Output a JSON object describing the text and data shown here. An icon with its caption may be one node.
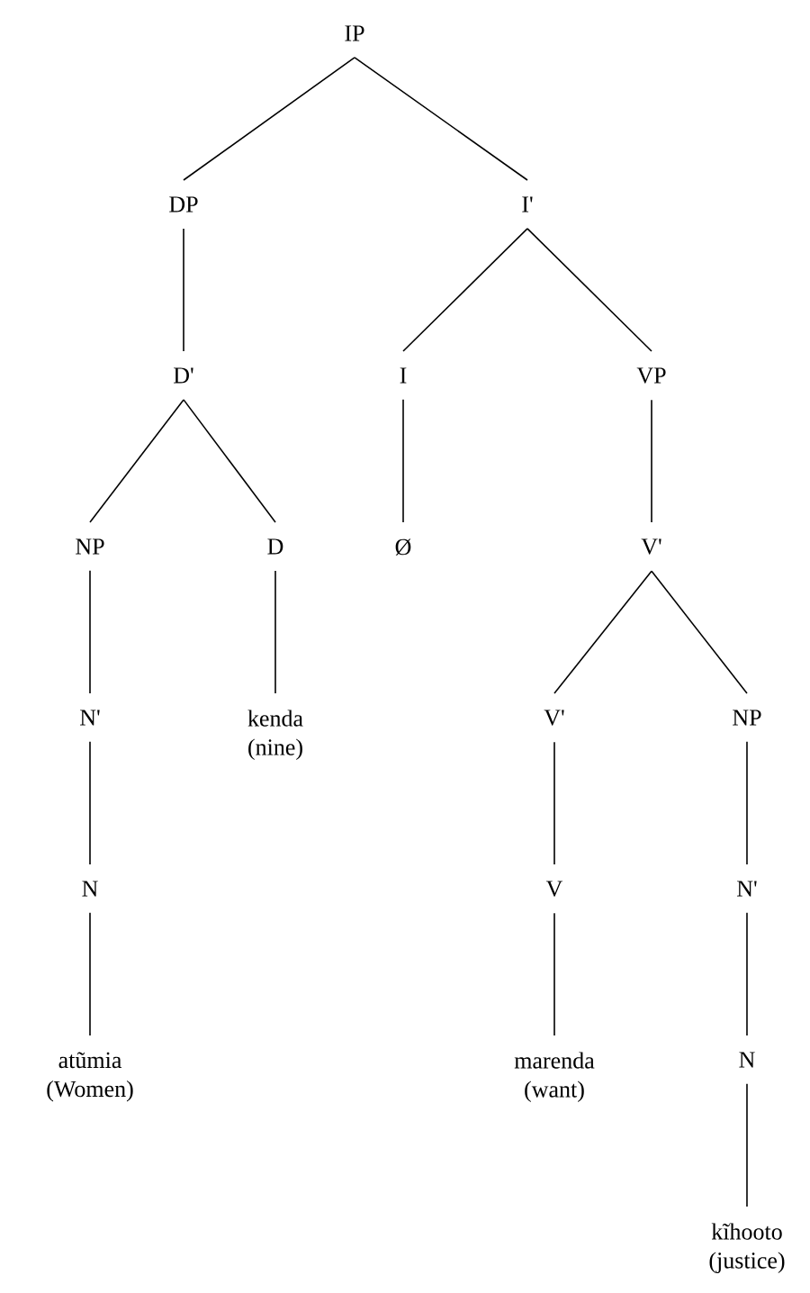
{
  "diagram": {
    "nodes": [
      {
        "text": [
          "IP"
        ]
      },
      {
        "text": [
          "DP"
        ]
      },
      {
        "text": [
          "I'"
        ]
      },
      {
        "text": [
          "D'"
        ]
      },
      {
        "text": [
          "I"
        ]
      },
      {
        "text": [
          "VP"
        ]
      },
      {
        "text": [
          "NP"
        ]
      },
      {
        "text": [
          "D"
        ]
      },
      {
        "text": [
          "Ø"
        ]
      },
      {
        "text": [
          "V'"
        ]
      },
      {
        "text": [
          "N'"
        ]
      },
      {
        "text": [
          "kenda (nine)"
        ]
      },
      {
        "text": [
          "N"
        ]
      },
      {
        "text": [
          "V'"
        ]
      },
      {
        "text": [
          "NP"
        ]
      },
      {
        "text": [
          "V"
        ]
      },
      {
        "text": [
          "N'"
        ]
      },
      {
        "text": [
          "atũmia (Women)"
        ]
      },
      {
        "text": [
          "marenda (want)"
        ]
      },
      {
        "text": [
          "N"
        ]
      },
      {
        "text": [
          "kĩhooto (justice)"
        ]
      }
    ],
    "edges": [
      {
        "from": 0,
        "to": 1,
        "arrow": "none"
      },
      {
        "from": 0,
        "to": 2,
        "arrow": "none"
      },
      {
        "from": 1,
        "to": 3,
        "arrow": "none"
      },
      {
        "from": 2,
        "to": 4,
        "arrow": "none"
      },
      {
        "from": 2,
        "to": 5,
        "arrow": "none"
      },
      {
        "from": 3,
        "to": 6,
        "arrow": "none"
      },
      {
        "from": 3,
        "to": 7,
        "arrow": "none"
      },
      {
        "from": 4,
        "to": 8,
        "arrow": "none"
      },
      {
        "from": 5,
        "to": 9,
        "arrow": "none"
      },
      {
        "from": 6,
        "to": 10,
        "arrow": "none"
      },
      {
        "from": 7,
        "to": 11,
        "arrow": "none"
      },
      {
        "from": 9,
        "to": 13,
        "arrow": "none"
      },
      {
        "from": 9,
        "to": 14,
        "arrow": "none"
      },
      {
        "from": 10,
        "to": 12,
        "arrow": "none"
      },
      {
        "from": 13,
        "to": 15,
        "arrow": "none"
      },
      {
        "from": 14,
        "to": 16,
        "arrow": "none"
      },
      {
        "from": 12,
        "to": 17,
        "arrow": "none"
      },
      {
        "from": 15,
        "to": 18,
        "arrow": "none"
      },
      {
        "from": 16,
        "to": 19,
        "arrow": "none"
      },
      {
        "from": 19,
        "to": 20,
        "arrow": "none"
      }
    ]
  }
}
